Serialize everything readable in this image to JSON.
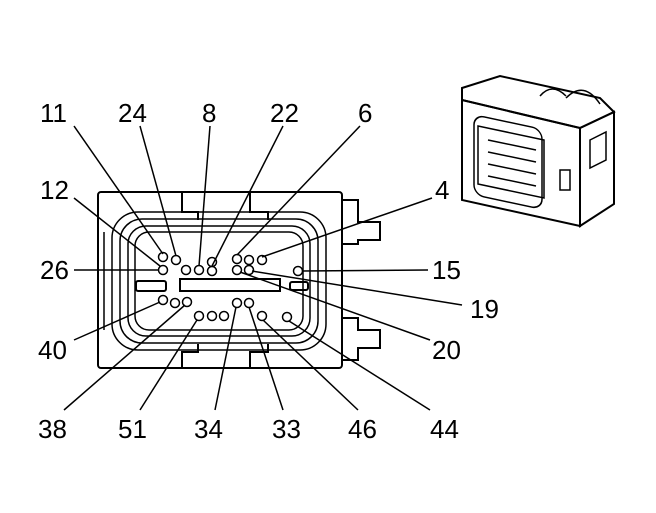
{
  "diagram": {
    "colors": {
      "ink": "#000000",
      "paper": "#ffffff",
      "shade": "#dcdcdc"
    },
    "callouts": [
      {
        "id": "11",
        "label": "11"
      },
      {
        "id": "24",
        "label": "24"
      },
      {
        "id": "8",
        "label": "8"
      },
      {
        "id": "22",
        "label": "22"
      },
      {
        "id": "6",
        "label": "6"
      },
      {
        "id": "4",
        "label": "4"
      },
      {
        "id": "12",
        "label": "12"
      },
      {
        "id": "26",
        "label": "26"
      },
      {
        "id": "15",
        "label": "15"
      },
      {
        "id": "19",
        "label": "19"
      },
      {
        "id": "40",
        "label": "40"
      },
      {
        "id": "20",
        "label": "20"
      },
      {
        "id": "38",
        "label": "38"
      },
      {
        "id": "51",
        "label": "51"
      },
      {
        "id": "34",
        "label": "34"
      },
      {
        "id": "33",
        "label": "33"
      },
      {
        "id": "46",
        "label": "46"
      },
      {
        "id": "44",
        "label": "44"
      }
    ]
  }
}
